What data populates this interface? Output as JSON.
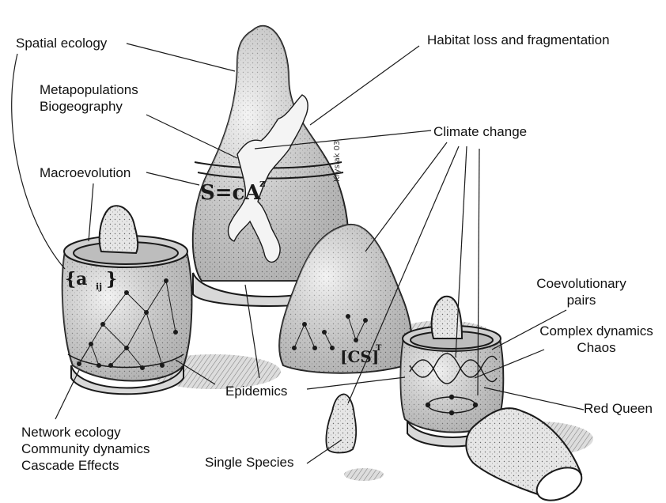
{
  "labels": {
    "spatial_ecology": "Spatial ecology",
    "habitat_loss": "Habitat loss and fragmentation",
    "metapopulations": "Metapopulations",
    "biogeography": "Biogeography",
    "climate_change": "Climate change",
    "macroevolution": "Macroevolution",
    "coevolutionary_1": "Coevolutionary",
    "coevolutionary_2": "pairs",
    "complex_dynamics": "Complex dynamics",
    "chaos": "Chaos",
    "epidemics": "Epidemics",
    "red_queen": "Red Queen",
    "network_ecology": "Network ecology",
    "community_dynamics": "Community dynamics",
    "cascade_effects": "Cascade Effects",
    "single_species": "Single Species"
  },
  "doll_markings": {
    "species_area": "S=cA",
    "species_area_exp": "z",
    "interaction_matrix": "{a",
    "interaction_sub": "ij",
    "interaction_close": "}",
    "cs_matrix": "[CS]",
    "cs_exp": "T",
    "signature": "Krysiak 03"
  },
  "colors": {
    "ink": "#1a1a1a",
    "doll_fill": "#e4e4e4",
    "shadow": "#bdbdbd"
  }
}
